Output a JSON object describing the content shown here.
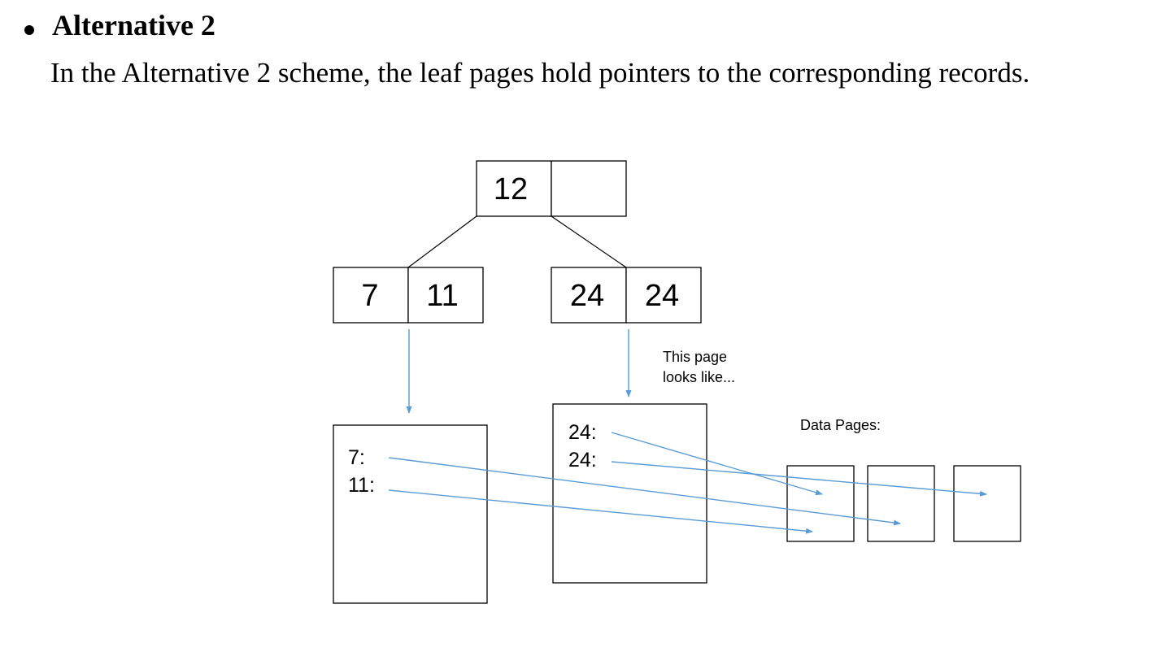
{
  "section": {
    "heading": "Alternative 2",
    "description": "In the Alternative 2 scheme, the leaf pages hold pointers to the corresponding records."
  },
  "tree": {
    "root": {
      "keys": [
        "12",
        ""
      ]
    },
    "left_node": {
      "keys": [
        "7",
        "11"
      ]
    },
    "right_node": {
      "keys": [
        "24",
        "24"
      ]
    }
  },
  "left_leaf_page": {
    "entries": [
      "7:",
      "11:"
    ]
  },
  "right_leaf_page": {
    "entries": [
      "24:",
      "24:"
    ]
  },
  "annotation": {
    "line1": "This page",
    "line2": "looks like..."
  },
  "data_pages": {
    "label": "Data Pages:",
    "count": 3
  },
  "colors": {
    "pointer": "#5b9bd5",
    "outline": "#000000"
  }
}
